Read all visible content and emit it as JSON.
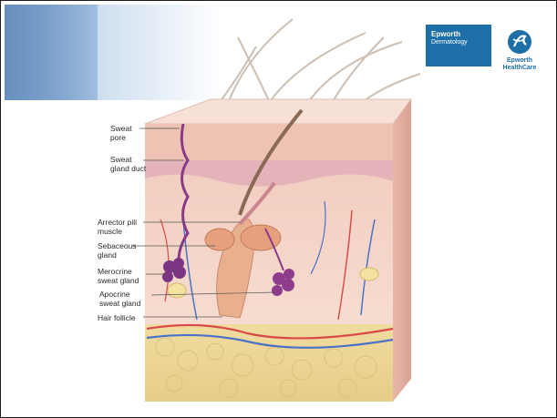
{
  "logo": {
    "dept_name": "Epworth",
    "dept_sub": "Dermatology",
    "brand_line1": "Epworth",
    "brand_line2": "HealthCare",
    "colors": {
      "brand_blue": "#1e6ea8",
      "corner_blue": "#5d86b8"
    }
  },
  "diagram": {
    "labels": {
      "sweat_pore": "Sweat\npore",
      "sweat_gland_duct": "Sweat\ngland duct",
      "arrector_pili": "Arrector pili\nmuscle",
      "sebaceous": "Sebaceous\ngland",
      "merocrine": "Merocrine\nsweat gland",
      "apocrine": "Apocrine\nsweat gland",
      "hair_follicle": "Hair follicle"
    }
  }
}
